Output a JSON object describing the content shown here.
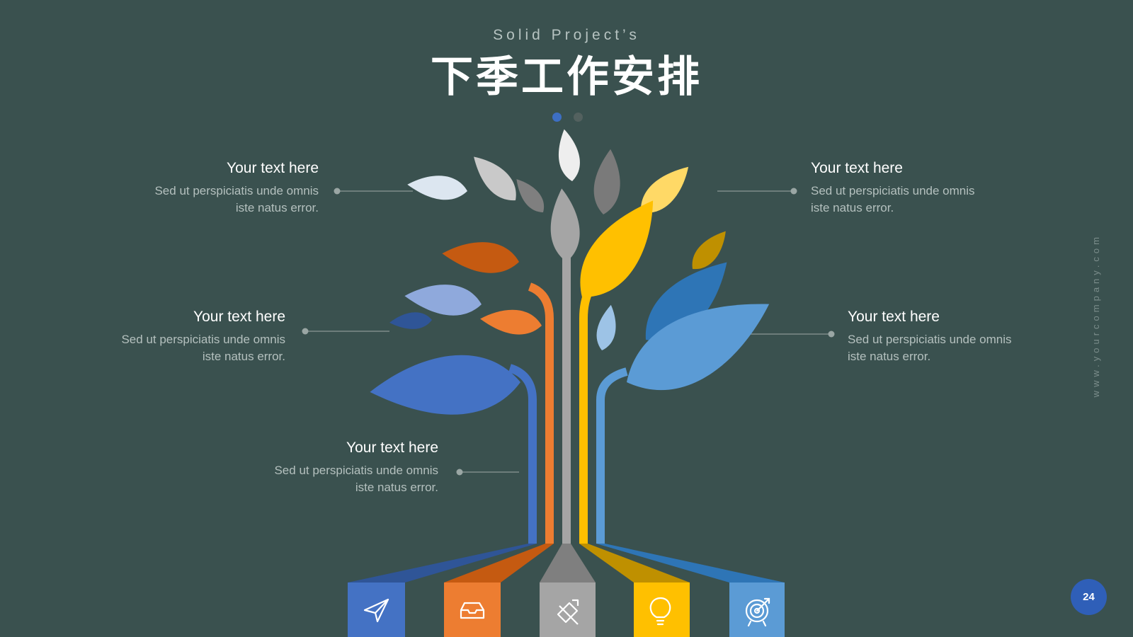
{
  "header": {
    "subtitle": "Solid Project’s",
    "title": "下季工作安排"
  },
  "pagination": {
    "active_index": 0,
    "count": 2
  },
  "callouts": [
    {
      "heading": "Your text here",
      "line1": "Sed ut perspiciatis unde omnis",
      "line2": "iste natus error."
    },
    {
      "heading": "Your text here",
      "line1": "Sed ut perspiciatis unde omnis",
      "line2": "iste natus error."
    },
    {
      "heading": "Your text here",
      "line1": "Sed ut perspiciatis unde omnis",
      "line2": "iste natus error."
    },
    {
      "heading": "Your text here",
      "line1": "Sed ut perspiciatis unde omnis",
      "line2": "iste natus error."
    },
    {
      "heading": "Your text here",
      "line1": "Sed ut perspiciatis unde omnis",
      "line2": "iste natus error."
    }
  ],
  "icons": [
    {
      "name": "paper-plane-icon",
      "color": "#4472c4"
    },
    {
      "name": "inbox-tray-icon",
      "color": "#ed7d31"
    },
    {
      "name": "pencil-ruler-icon",
      "color": "#a5a5a5"
    },
    {
      "name": "lightbulb-icon",
      "color": "#ffc000"
    },
    {
      "name": "target-icon",
      "color": "#5b9bd5"
    }
  ],
  "side_text": "www.yourcompany.com",
  "page_number": "24",
  "colors": {
    "background": "#3a514f",
    "blue": "#4472c4",
    "orange": "#ed7d31",
    "gray": "#a5a5a5",
    "yellow": "#ffc000",
    "light_blue": "#5b9bd5"
  }
}
